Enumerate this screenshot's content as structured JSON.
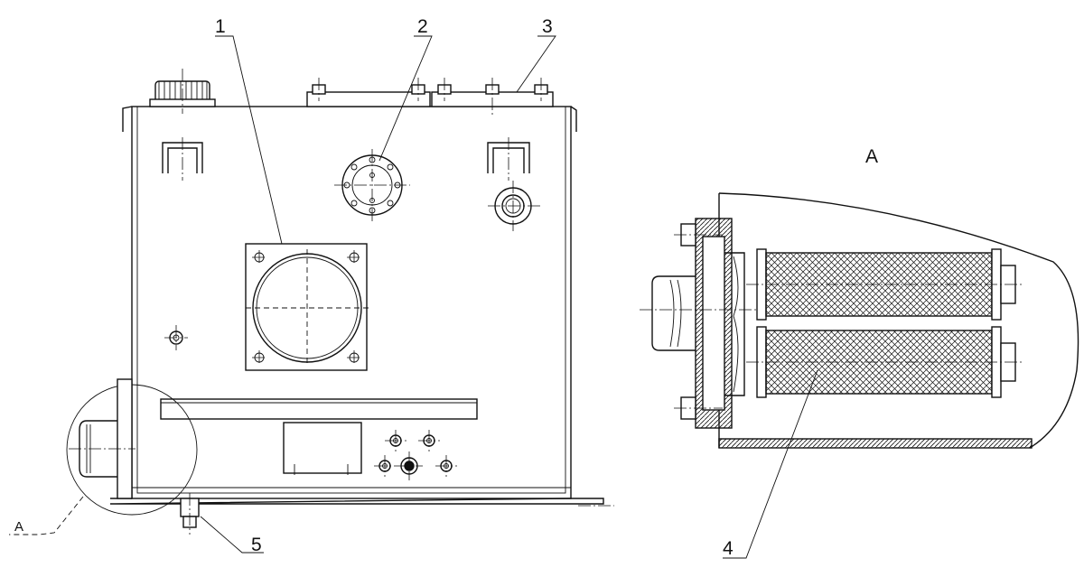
{
  "callouts": {
    "part_1": "1",
    "part_2": "2",
    "part_3": "3",
    "part_4": "4",
    "part_5": "5"
  },
  "views": {
    "detail_ref": "A",
    "detail_title": "A"
  }
}
